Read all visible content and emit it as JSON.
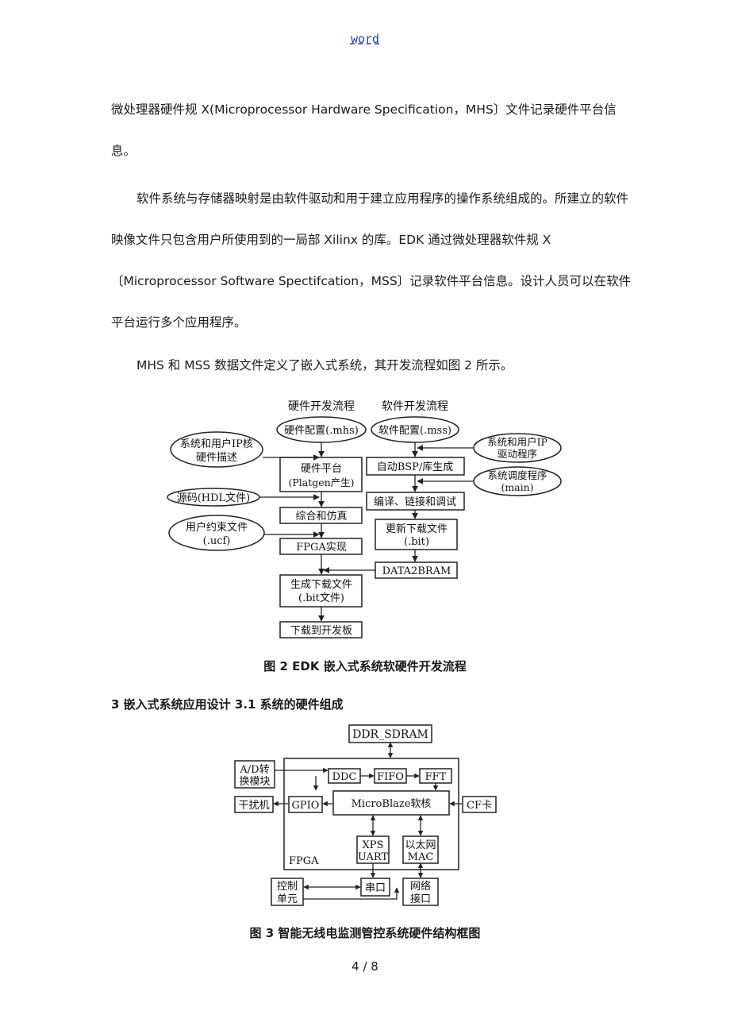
{
  "header": {
    "link_text": "word"
  },
  "paragraphs": [
    "微处理器硬件规 X(Microprocessor Hardware Specification，MHS〕文件记录硬件平台信息。",
    "软件系统与存储器映射是由软件驱动和用于建立应用程序的操作系统组成的。所建立的软件映像文件只包含用户所使用到的一局部 Xilinx 的库。EDK 通过微处理器软件规 X〔Microprocessor Software Spectifcation，MSS〕记录软件平台信息。设计人员可以在软件平台运行多个应用程序。",
    "MHS 和 MSS 数据文件定义了嵌入式系统，其开发流程如图 2 所示。"
  ],
  "figure2": {
    "col_hw_title": "硬件开发流程",
    "col_sw_title": "软件开发流程",
    "hw_config": "硬件配置(.mhs)",
    "sw_config": "软件配置(.mss)",
    "ip_desc_1": "系统和用户IP核",
    "ip_desc_2": "硬件描述",
    "hw_platform_1": "硬件平台",
    "hw_platform_2": "(Platgen产生)",
    "source_code": "源码(HDL文件)",
    "synth_sim": "综合和仿真",
    "ucf_1": "用户约束文件",
    "ucf_2": "(.ucf)",
    "fpga_impl": "FPGA实现",
    "gen_download_1": "生成下载文件",
    "gen_download_2": "(.bit文件)",
    "download_board": "下载到开发板",
    "auto_bsp": "自动BSP/库生成",
    "ip_driver_1": "系统和用户IP",
    "ip_driver_2": "驱动程序",
    "sched_1": "系统调度程序",
    "sched_2": "(main)",
    "compile": "编译、链接和调试",
    "update_1": "更新下载文件",
    "update_2": "(.bit)",
    "data2bram": "DATA2BRAM"
  },
  "caption2": "图 2 EDK 嵌入式系统软硬件开发流程",
  "section_heading": "3  嵌入式系统应用设计 3.1  系统的硬件组成",
  "figure3": {
    "ddr": "DDR_SDRAM",
    "ad_1": "A/D转",
    "ad_2": "换模块",
    "ddc": "DDC",
    "fifo": "FIFO",
    "fft": "FFT",
    "jammer": "干扰机",
    "gpio": "GPIO",
    "microblaze": "MicroBlaze软核",
    "cf": "CF卡",
    "xps_1": "XPS",
    "xps_2": "UART",
    "eth_1": "以太网",
    "eth_2": "MAC",
    "fpga_label": "FPGA",
    "ctrl_1": "控制",
    "ctrl_2": "单元",
    "serial": "串口",
    "net_1": "网络",
    "net_2": "接口"
  },
  "caption3": "图 3  智能无线电监测管控系统硬件结构框图",
  "page_number": "4  /  8"
}
